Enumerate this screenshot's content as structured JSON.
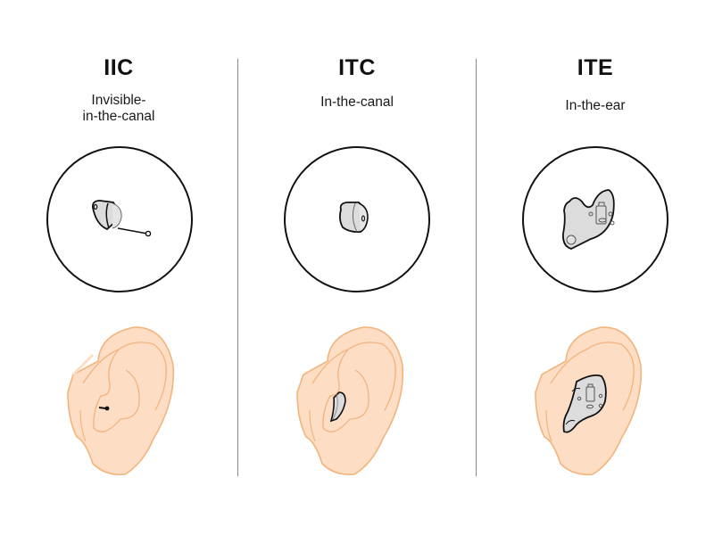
{
  "colors": {
    "skin_fill": "#FDDDC4",
    "skin_stroke": "#F2B47D",
    "device_fill": "#DCDCDC",
    "outline": "#111111",
    "divider": "#8A8A8A"
  },
  "columns": [
    {
      "abbr": "IIC",
      "name_line1": "Invisible-",
      "name_line2": "in-the-canal",
      "device_icon": "iic-hearing-aid-icon"
    },
    {
      "abbr": "ITC",
      "name_line1": "In-the-canal",
      "device_icon": "itc-hearing-aid-icon"
    },
    {
      "abbr": "ITE",
      "name_line1": "In-the-ear",
      "device_icon": "ite-hearing-aid-icon"
    }
  ]
}
